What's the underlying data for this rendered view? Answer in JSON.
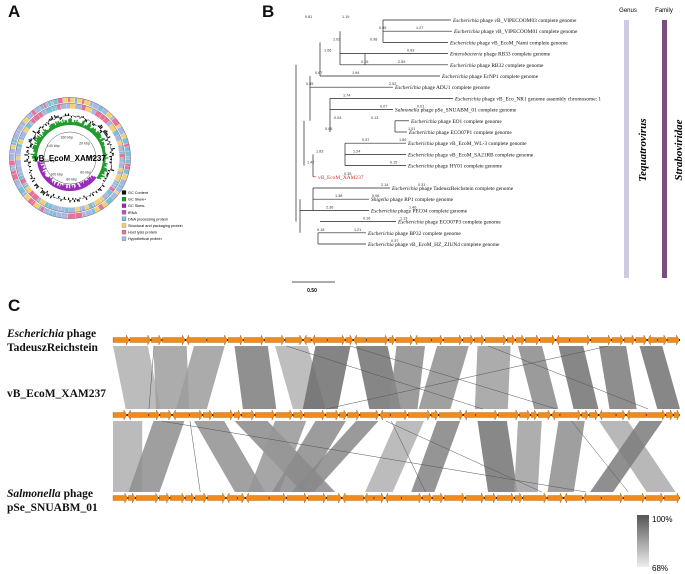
{
  "panels": {
    "a": "A",
    "b": "B",
    "c": "C"
  },
  "genome_map": {
    "center_label": "vB_EcoM_XAM237",
    "ticks": [
      "20 kbp",
      "40 kbp",
      "60 kbp",
      "80 kbp",
      "100 kbp",
      "120 kbp",
      "140 kbp",
      "160 kbp"
    ],
    "legend": [
      {
        "label": "GC Content",
        "color": "#111111"
      },
      {
        "label": "GC Skew+",
        "color": "#1f9a2b"
      },
      {
        "label": "GC Skew-",
        "color": "#9a2bb8"
      },
      {
        "label": "tRNA",
        "color": "#c24fc7"
      },
      {
        "label": "DNA processing protein",
        "color": "#7ac0d8"
      },
      {
        "label": "Structural and packaging protein",
        "color": "#f2d073"
      },
      {
        "label": "Host lysis protein",
        "color": "#e8739a"
      },
      {
        "label": "Hypothetical protein",
        "color": "#a8b8e0"
      }
    ]
  },
  "tree": {
    "header_genus": "Genus",
    "header_family": "Family",
    "genus_name": "Tequatrovirus",
    "family_name": "Straboviridae",
    "scale_label": "0.50",
    "taxa": [
      {
        "genus": "Escherichia",
        "rest": "phage vB_VIPECOOM03 complete genome",
        "highlight": false
      },
      {
        "genus": "Escherichia",
        "rest": "phage vB_VIPECOOM01 complete genome",
        "highlight": false
      },
      {
        "genus": "Escherichia",
        "rest": "phage vB_EcoM_Nami complete genome",
        "highlight": false
      },
      {
        "genus": "Enterobacteria",
        "rest": "phage RB33 complete genome",
        "highlight": false
      },
      {
        "genus": "Escherichia",
        "rest": "phage RB32 complete genome",
        "highlight": false
      },
      {
        "genus": "Escherichia",
        "rest": "phage EcNP1 complete genome",
        "highlight": false
      },
      {
        "genus": "Escherichia",
        "rest": "phage ADU1 complete genome",
        "highlight": false
      },
      {
        "genus": "Escherichia",
        "rest": "phage vB_Eco_NR1 genome assembly chromosome: 1",
        "highlight": false
      },
      {
        "genus": "Salmonella",
        "rest": "phage pSe_SNUABM_01 complete genome",
        "highlight": false
      },
      {
        "genus": "Escherichia",
        "rest": "phage EO1 complete genome",
        "highlight": false
      },
      {
        "genus": "Escherichia",
        "rest": "phage ECO07P1 complete genome",
        "highlight": false
      },
      {
        "genus": "Escherichia",
        "rest": "phage vB_EcoM_WL-3 complete genome",
        "highlight": false
      },
      {
        "genus": "Escherichia",
        "rest": "phage vB_EcoM_SA21RB complete genome",
        "highlight": false
      },
      {
        "genus": "Escherichia",
        "rest": "phage HY01 complete genome",
        "highlight": false
      },
      {
        "genus": "",
        "rest": "vB_EcoM_XAM237",
        "highlight": true
      },
      {
        "genus": "Escherichia",
        "rest": "phage TadeuszReichstein complete genome",
        "highlight": false
      },
      {
        "genus": "Shigella",
        "rest": "phage RP1 complete genome",
        "highlight": false
      },
      {
        "genus": "Escherichia",
        "rest": "phage PEC04 complete genome",
        "highlight": false
      },
      {
        "genus": "Escherichia",
        "rest": "phage ECO07P3 complete genome",
        "highlight": false
      },
      {
        "genus": "Escherichia",
        "rest": "phage BP32 complete genome",
        "highlight": false
      },
      {
        "genus": "Escherichia",
        "rest": "phage vB_EcoM_HZ_ZJUN4 complete genome",
        "highlight": false
      }
    ],
    "branch_values": [
      "0.81",
      "1.19",
      "0.95",
      "1.27",
      "1.02",
      "0.98",
      "0.93",
      "1.06",
      "0.15",
      "2.59",
      "0.67",
      "1.94",
      "2.52",
      "0.85",
      "1.74",
      "0.07",
      "0.01",
      "0.04",
      "0.13",
      "1.01",
      "0.95",
      "0.37",
      "1.80",
      "1.83",
      "1.24",
      "0.15",
      "1.42",
      "0.35",
      "2.14",
      "0.31",
      "1.38",
      "0.06",
      "1.46",
      "2.36",
      "0.16",
      "1.13",
      "0.18",
      "1.21",
      "0.37"
    ]
  },
  "comparison": {
    "genomes": [
      {
        "genus": "Escherichia",
        "rest_line1": "phage",
        "line2": "TadeuszReichstein"
      },
      {
        "genus": "",
        "rest_line1": "vB_EcoM_XAM237",
        "line2": ""
      },
      {
        "genus": "Salmonella",
        "rest_line1": "phage",
        "line2": "pSe_SNUABM_01"
      }
    ],
    "identity_max": "100%",
    "identity_min": "68%",
    "colors": {
      "gene": "#f08a1c",
      "link": "#8a8a8a"
    }
  }
}
